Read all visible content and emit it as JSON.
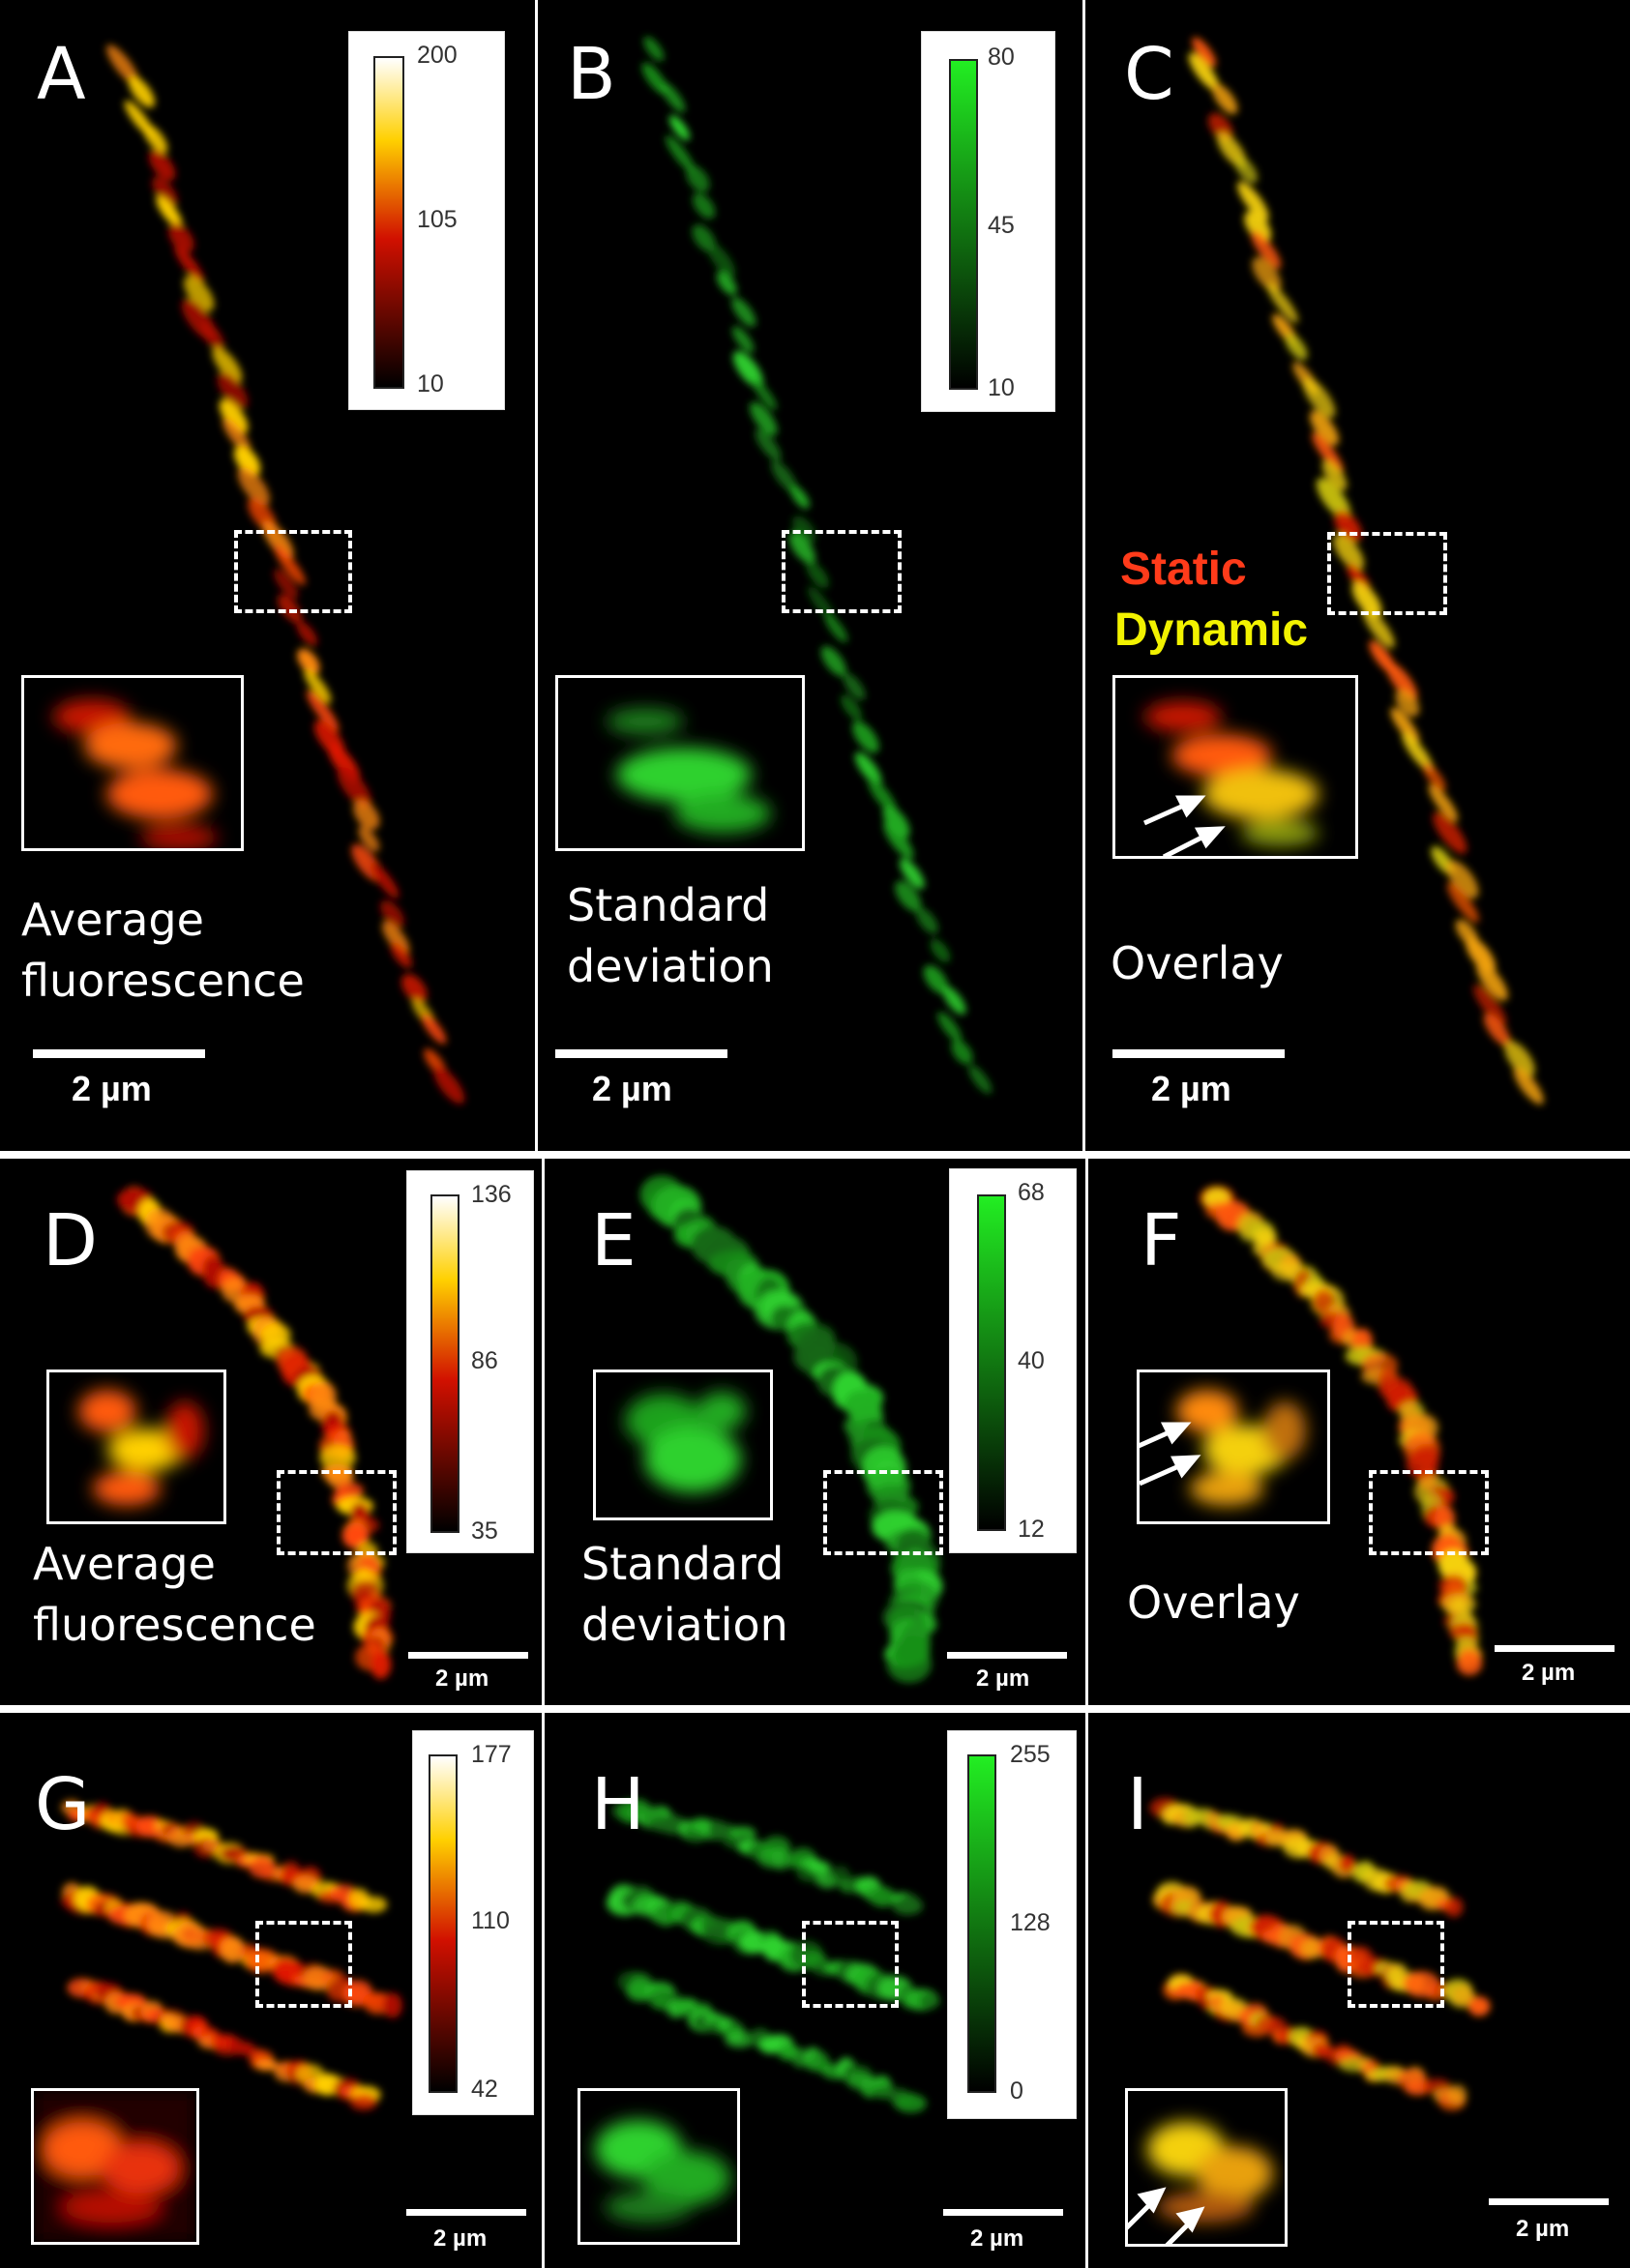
{
  "panels": [
    {
      "letter": "A",
      "caption": "Average\nfluorescence",
      "scale": "2 µm",
      "cbar": {
        "max": "200",
        "mid": "105",
        "min": "10",
        "type": "hot"
      }
    },
    {
      "letter": "B",
      "caption": "Standard\ndeviation",
      "scale": "2 µm",
      "cbar": {
        "max": "80",
        "mid": "45",
        "min": "10",
        "type": "green"
      }
    },
    {
      "letter": "C",
      "caption": "Overlay",
      "scale": "2 µm",
      "legend": {
        "static": "Static",
        "dynamic": "Dynamic"
      }
    },
    {
      "letter": "D",
      "caption": "Average\nfluorescence",
      "scale": "2 µm",
      "cbar": {
        "max": "136",
        "mid": "86",
        "min": "35",
        "type": "hot"
      }
    },
    {
      "letter": "E",
      "caption": "Standard\ndeviation",
      "scale": "2 µm",
      "cbar": {
        "max": "68",
        "mid": "40",
        "min": "12",
        "type": "green"
      }
    },
    {
      "letter": "F",
      "caption": "Overlay",
      "scale": "2 µm"
    },
    {
      "letter": "G",
      "scale": "2 µm",
      "cbar": {
        "max": "177",
        "mid": "110",
        "min": "42",
        "type": "hot"
      }
    },
    {
      "letter": "H",
      "scale": "2 µm",
      "cbar": {
        "max": "255",
        "mid": "128",
        "min": "0",
        "type": "green"
      }
    },
    {
      "letter": "I",
      "scale": "2 µm"
    }
  ],
  "colors": {
    "hot": "#ff3a10",
    "green": "#2fd12f",
    "overlay": "#f0c010",
    "background": "#000000",
    "separator": "#ffffff"
  }
}
